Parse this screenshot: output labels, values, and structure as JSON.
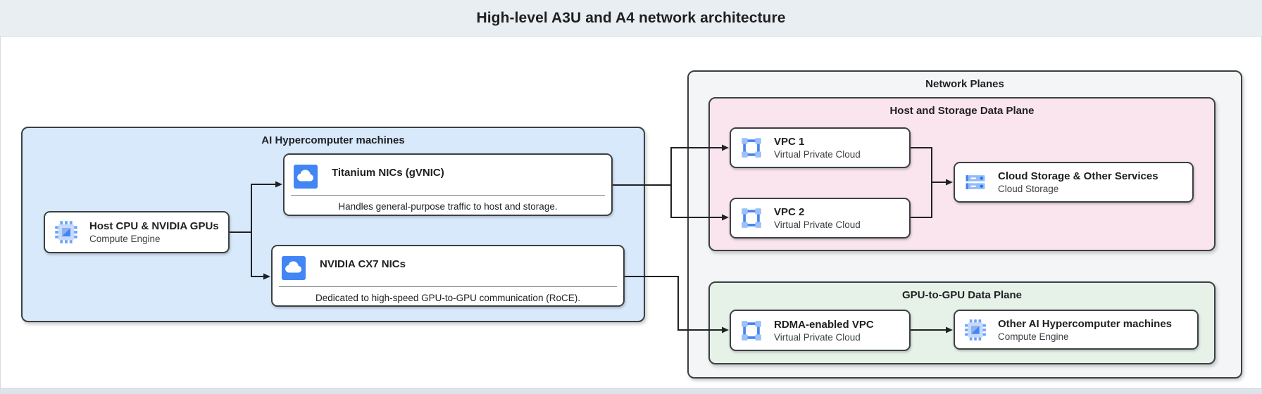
{
  "header": {
    "title": "High-level A3U and A4 network architecture"
  },
  "colors": {
    "header_bg": "#e9eef2",
    "machines_plane_bg": "#d8e9fc",
    "network_planes_bg": "#f4f5f6",
    "host_storage_plane_bg": "#fae4ed",
    "gpu_plane_bg": "#e6f2e8",
    "box_border": "#3c4043",
    "connector": "#202124",
    "icon_blue": "#4285f4",
    "icon_light_blue": "#9ec0f9"
  },
  "icons": {
    "compute_engine": "compute-engine-chip-icon",
    "nic": "cloud-nic-icon",
    "vpc": "vpc-frame-icon",
    "storage": "cloud-storage-icon"
  },
  "machines_group": {
    "label": "AI Hypercomputer machines",
    "host_card": {
      "title": "Host CPU & NVIDIA GPUs",
      "subtitle": "Compute Engine"
    },
    "titanium_card": {
      "title": "Titanium NICs (gVNIC)",
      "description": "Handles general-purpose traffic to host and storage."
    },
    "cx7_card": {
      "title": "NVIDIA CX7 NICs",
      "description": "Dedicated to high-speed GPU-to-GPU communication (RoCE)."
    }
  },
  "network_planes": {
    "label": "Network Planes",
    "host_storage_plane": {
      "label": "Host and Storage Data Plane",
      "vpc1": {
        "title": "VPC 1",
        "subtitle": "Virtual Private Cloud"
      },
      "vpc2": {
        "title": "VPC 2",
        "subtitle": "Virtual Private Cloud"
      },
      "storage": {
        "title": "Cloud Storage & Other Services",
        "subtitle": "Cloud Storage"
      }
    },
    "gpu_plane": {
      "label": "GPU-to-GPU Data Plane",
      "rdma": {
        "title": "RDMA-enabled VPC",
        "subtitle": "Virtual Private Cloud"
      },
      "other": {
        "title": "Other AI Hypercomputer machines",
        "subtitle": "Compute Engine"
      }
    }
  }
}
